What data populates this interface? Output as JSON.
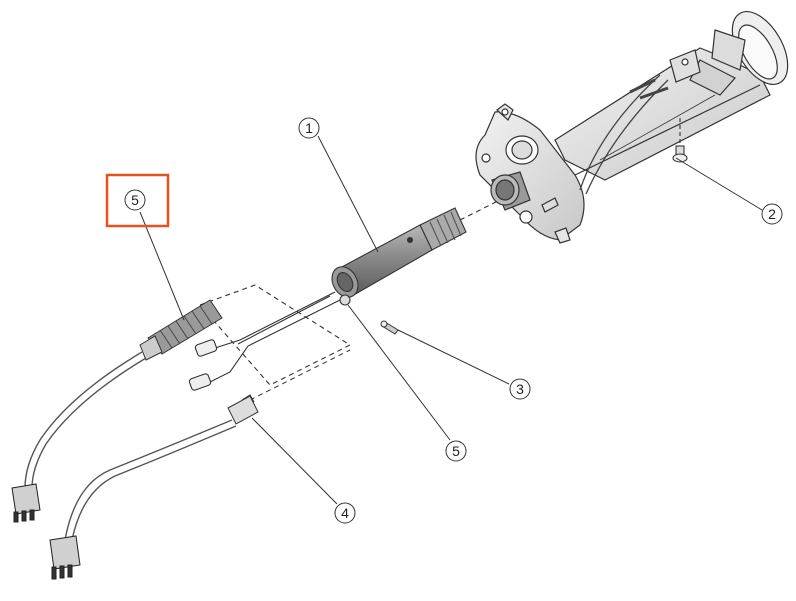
{
  "callouts": [
    {
      "number": "1"
    },
    {
      "number": "2"
    },
    {
      "number": "3"
    },
    {
      "number": "4"
    },
    {
      "number": "5"
    },
    {
      "number": "5"
    }
  ],
  "highlight": {
    "color": "#e8501e",
    "target": "5"
  }
}
